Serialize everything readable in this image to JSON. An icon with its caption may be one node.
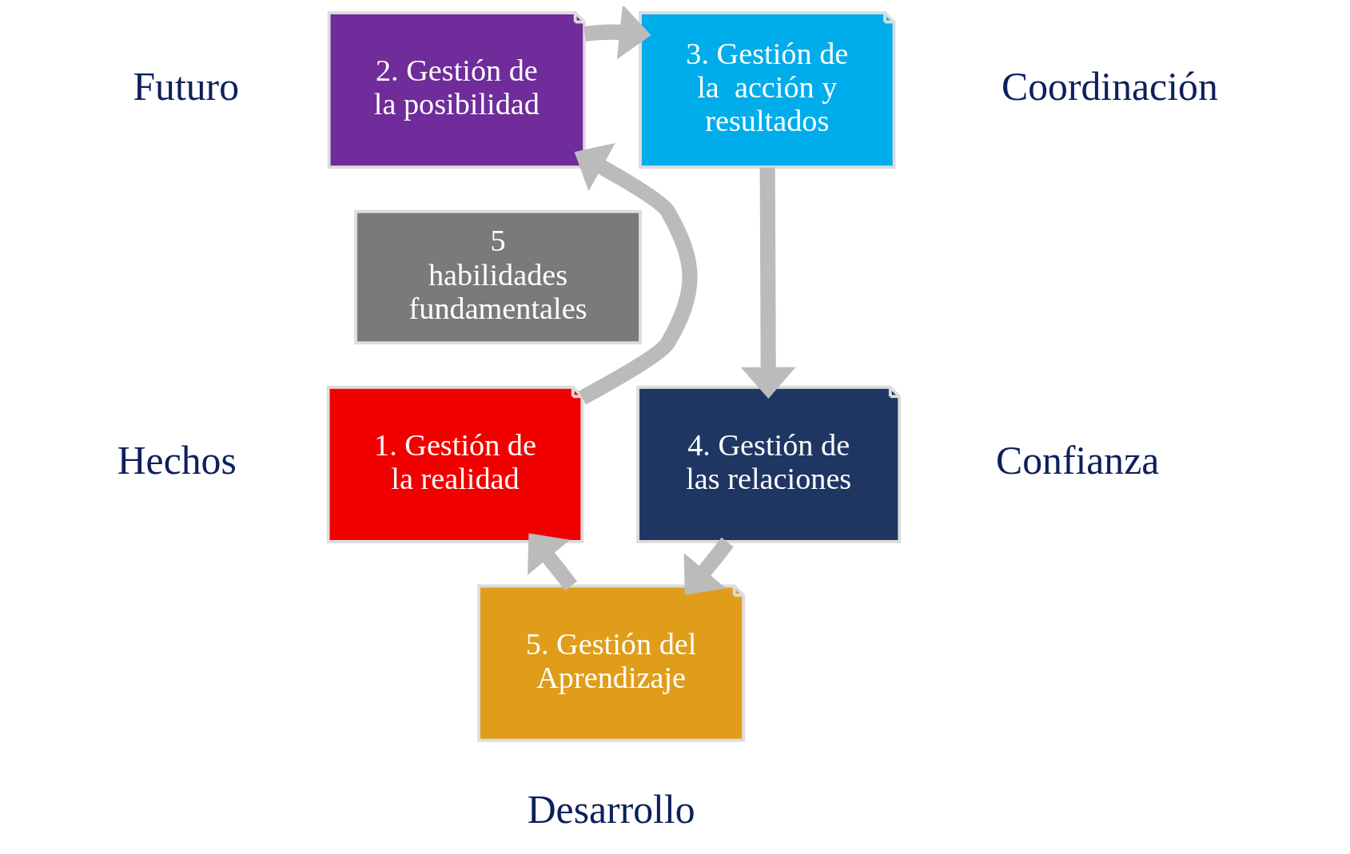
{
  "diagram": {
    "nodes": [
      {
        "text": [
          "5",
          "habilidades fundamentales"
        ]
      },
      {
        "text": [
          "1. Gestión de la realidad"
        ],
        "beside": [
          "Hechos"
        ]
      },
      {
        "text": [
          "2. Gestión de la posibilidad"
        ],
        "beside": [
          "Futuro"
        ]
      },
      {
        "text": [
          "3. Gestión de la  acción y resultados"
        ],
        "beside": [
          "Coordinación"
        ]
      },
      {
        "text": [
          "4. Gestión de las relaciones"
        ],
        "beside": [
          "Confianza"
        ]
      },
      {
        "text": [
          "5. Gestión del Aprendizaje"
        ],
        "beside": [
          "Desarrollo"
        ]
      }
    ],
    "edges": [
      {
        "from": 1,
        "to": 2,
        "arrow": "to"
      },
      {
        "from": 2,
        "to": 3,
        "arrow": "to"
      },
      {
        "from": 3,
        "to": 4,
        "arrow": "to"
      },
      {
        "from": 4,
        "to": 5,
        "arrow": "to"
      },
      {
        "from": 5,
        "to": 1,
        "arrow": "to"
      }
    ]
  }
}
